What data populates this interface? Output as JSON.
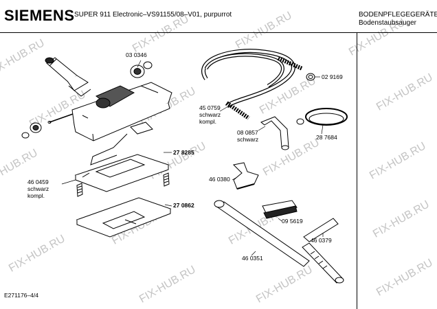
{
  "header": {
    "brand": "SIEMENS",
    "model": "SUPER 911 Electronic–VS91155/08–V01, purpurrot",
    "category_line1": "BODENPFLEGEGERÄTE",
    "category_line2": "Bodenstaubsauger"
  },
  "parts": {
    "p030346": "03 0346",
    "p029169": "02 9169",
    "p450759": "45 0759",
    "p450759_a": "schwarz",
    "p450759_b": "kompl.",
    "p080857": "08 0857",
    "p080857_a": "schwarz",
    "p287684": "28 7684",
    "p278285": "27 8285",
    "p460459": "46 0459",
    "p460459_a": "schwarz",
    "p460459_b": "kompl.",
    "p270862": "27 0862",
    "p460380": "46 0380",
    "p095619": "09 5619",
    "p460379": "46 0379",
    "p460351": "46 0351"
  },
  "footer": {
    "code": "E271176–4/4"
  },
  "watermark": "FIX-HUB.RU"
}
